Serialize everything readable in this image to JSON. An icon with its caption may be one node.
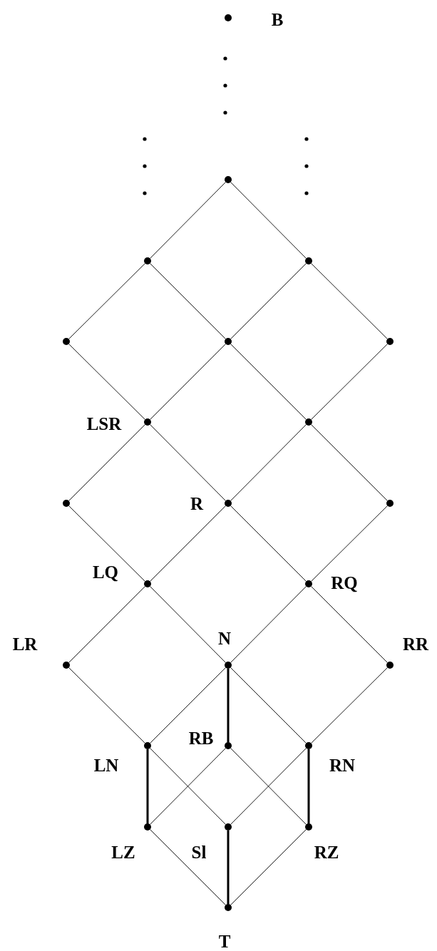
{
  "diagram": {
    "nodes": [
      {
        "text": [
          "B"
        ]
      },
      {
        "text": [],
        "shape": "circle"
      },
      {
        "text": [],
        "shape": "circle"
      },
      {
        "text": [],
        "shape": "circle"
      },
      {
        "text": [],
        "shape": "circle"
      },
      {
        "text": [],
        "shape": "circle"
      },
      {
        "text": [],
        "shape": "circle"
      },
      {
        "text": [
          "LSR"
        ]
      },
      {
        "text": [],
        "shape": "circle"
      },
      {
        "text": [],
        "shape": "circle"
      },
      {
        "text": [
          "R"
        ]
      },
      {
        "text": [],
        "shape": "circle"
      },
      {
        "text": [
          "LQ"
        ]
      },
      {
        "text": [
          "RQ"
        ]
      },
      {
        "text": [
          "LR"
        ]
      },
      {
        "text": [
          "N"
        ]
      },
      {
        "text": [
          "RR"
        ]
      },
      {
        "text": [
          "LN"
        ]
      },
      {
        "text": [
          "RB"
        ]
      },
      {
        "text": [
          "RN"
        ]
      },
      {
        "text": [
          "LZ"
        ]
      },
      {
        "text": [
          "Sl"
        ]
      },
      {
        "text": [
          "RZ"
        ]
      },
      {
        "text": [
          "T"
        ]
      }
    ],
    "edges": [
      {
        "from": 1,
        "to": 2,
        "arrow": "none"
      },
      {
        "from": 1,
        "to": 3,
        "arrow": "none"
      },
      {
        "from": 2,
        "to": 4,
        "arrow": "none"
      },
      {
        "from": 2,
        "to": 5,
        "arrow": "none"
      },
      {
        "from": 3,
        "to": 5,
        "arrow": "none"
      },
      {
        "from": 3,
        "to": 6,
        "arrow": "none"
      },
      {
        "from": 4,
        "to": 7,
        "arrow": "none"
      },
      {
        "from": 5,
        "to": 7,
        "arrow": "none"
      },
      {
        "from": 5,
        "to": 8,
        "arrow": "none"
      },
      {
        "from": 6,
        "to": 8,
        "arrow": "none"
      },
      {
        "from": 7,
        "to": 9,
        "arrow": "none"
      },
      {
        "from": 7,
        "to": 10,
        "arrow": "none"
      },
      {
        "from": 8,
        "to": 10,
        "arrow": "none"
      },
      {
        "from": 8,
        "to": 11,
        "arrow": "none"
      },
      {
        "from": 9,
        "to": 12,
        "arrow": "none"
      },
      {
        "from": 10,
        "to": 12,
        "arrow": "none"
      },
      {
        "from": 10,
        "to": 13,
        "arrow": "none"
      },
      {
        "from": 11,
        "to": 13,
        "arrow": "none"
      },
      {
        "from": 12,
        "to": 14,
        "arrow": "none"
      },
      {
        "from": 12,
        "to": 15,
        "arrow": "none"
      },
      {
        "from": 13,
        "to": 15,
        "arrow": "none"
      },
      {
        "from": 13,
        "to": 16,
        "arrow": "none"
      },
      {
        "from": 14,
        "to": 17,
        "arrow": "none"
      },
      {
        "from": 15,
        "to": 17,
        "arrow": "none"
      },
      {
        "from": 15,
        "to": 18,
        "arrow": "none",
        "style": "thick"
      },
      {
        "from": 15,
        "to": 19,
        "arrow": "none"
      },
      {
        "from": 16,
        "to": 19,
        "arrow": "none"
      },
      {
        "from": 17,
        "to": 20,
        "arrow": "none",
        "style": "thick"
      },
      {
        "from": 17,
        "to": 21,
        "arrow": "none"
      },
      {
        "from": 18,
        "to": 20,
        "arrow": "none"
      },
      {
        "from": 18,
        "to": 22,
        "arrow": "none"
      },
      {
        "from": 19,
        "to": 21,
        "arrow": "none"
      },
      {
        "from": 19,
        "to": 22,
        "arrow": "none",
        "style": "thick"
      },
      {
        "from": 20,
        "to": 23,
        "arrow": "none"
      },
      {
        "from": 21,
        "to": 23,
        "arrow": "none",
        "style": "thick"
      },
      {
        "from": 22,
        "to": 23,
        "arrow": "none"
      }
    ]
  }
}
